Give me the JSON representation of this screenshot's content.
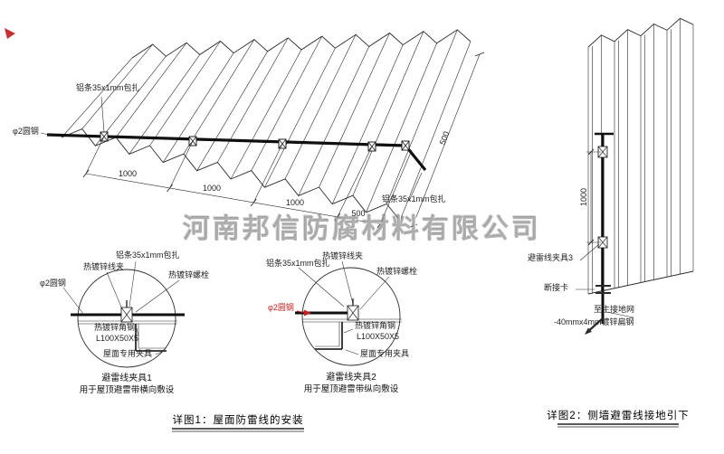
{
  "watermark": "河南邦信防腐材料有限公司",
  "colors": {
    "line": "#2a2a2a",
    "red_accent": "#c52222",
    "watermark_gray": "#808080"
  },
  "roof_view": {
    "label_strip_top": "铝条35x1mm包扎",
    "label_strip_right": "铝条35x1mm包扎",
    "label_round_steel": "φ2圆钢",
    "dims_front": [
      "1000",
      "1000",
      "1000",
      "500"
    ],
    "dim_side": "500"
  },
  "detail1": {
    "label_strip": "铝条35x1mm包扎",
    "label_wire_clamp": "热镀锌线夹",
    "label_bolt": "热镀锌螺栓",
    "label_round_steel": "φ2圆钢",
    "label_angle_steel": "热镀锌角钢",
    "label_angle_spec": "L100X50X5",
    "label_roof_clamp": "屋面专用夹具",
    "caption_title": "避雷线夹具1",
    "caption_sub": "用于屋顶避雷带横向敷设"
  },
  "detail2": {
    "label_strip": "铝条35x1mm包扎",
    "label_wire_clamp": "热镀锌线夹",
    "label_bolt": "热镀锌螺栓",
    "label_round_steel": "φ2圆钢",
    "label_angle_steel": "热镀锌角钢",
    "label_angle_spec": "L100X50X5",
    "label_roof_clamp": "屋面专用夹具",
    "caption_title": "避雷线夹具2",
    "caption_sub": "用于屋顶避雷带纵向敷设"
  },
  "wall_view": {
    "dim": "1000",
    "label_clamp3": "避雷线夹具3",
    "label_disconnect": "断接卡",
    "label_to_ground": "至主接地网",
    "label_flat_steel": "-40mmx4mm镀锌扁钢"
  },
  "captions": {
    "detail1": "详图1：屋面防雷线的安装",
    "detail2": "详图2：侧墙避雷线接地引下"
  }
}
